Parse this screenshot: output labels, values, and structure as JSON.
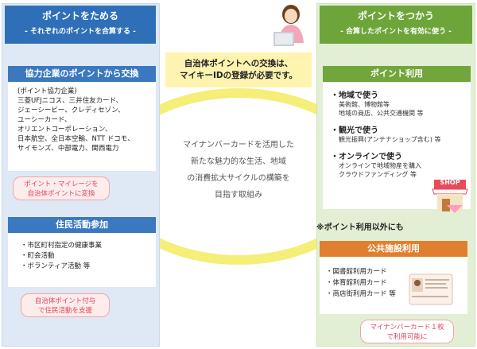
{
  "left": {
    "header_title": "ポイントをためる",
    "header_sub": "- それぞれのポイントを合算する -",
    "partner": {
      "title": "協力企業のポイントから交換",
      "lines": [
        "(ポイント協力企業)",
        "三菱UFJニコス、三井住友カード、",
        "ジェーシービー、クレディセゾン、",
        "ユーシーカード、",
        "オリエントコーポレーション、",
        "日本航空、全日本空輸、NTT ドコモ、",
        "サイモンズ、中部電力、関西電力"
      ],
      "bubble": [
        "ポイント・マイレージを",
        "自治体ポイントに変換"
      ]
    },
    "resident": {
      "title": "住民活動参加",
      "items": [
        "・市区町村指定の健康事業",
        "・町会活動",
        "・ボランティア活動 等"
      ],
      "bubble": [
        "自治体ポイント付与",
        "で住民活動を支援"
      ]
    }
  },
  "center": {
    "notice": [
      "自治体ポイントへの交換は、",
      "マイキーIDの登録が必要です。"
    ],
    "text": [
      "マイナンバーカードを活用した",
      "新たな魅力的な生活、地域",
      "の消費拡大サイクルの構築を",
      "目指す取組み"
    ]
  },
  "right": {
    "header_title": "ポイントをつかう",
    "header_sub": "- 合算したポイントを有効に使う -",
    "usage": {
      "title": "ポイント利用",
      "groups": [
        {
          "title": "・地域で使う",
          "subs": [
            "美術館、博物館等",
            "地域の商店、公共交通機関 等"
          ]
        },
        {
          "title": "・観光で使う",
          "subs": [
            "観光振興(アンテナショップ含む) 等"
          ]
        },
        {
          "title": "・オンラインで使う",
          "subs": [
            "オンラインで地域物産を購入",
            "クラウドファンディング 等"
          ]
        }
      ],
      "shop_label": "SHOP"
    },
    "note": "※ポイント利用以外にも",
    "public": {
      "title": "公共施設利用",
      "items": [
        "・図書館利用カード",
        "・体育館利用カード",
        "・商店街利用カード 等"
      ],
      "bubble": [
        "マイナンバーカード１枚",
        "で利用可能に"
      ]
    }
  },
  "colors": {
    "blue": "#2f6fb8",
    "green": "#6ea53a",
    "orange": "#e07f2d",
    "yellow": "#fff3b0",
    "pink": "#e0475a"
  }
}
